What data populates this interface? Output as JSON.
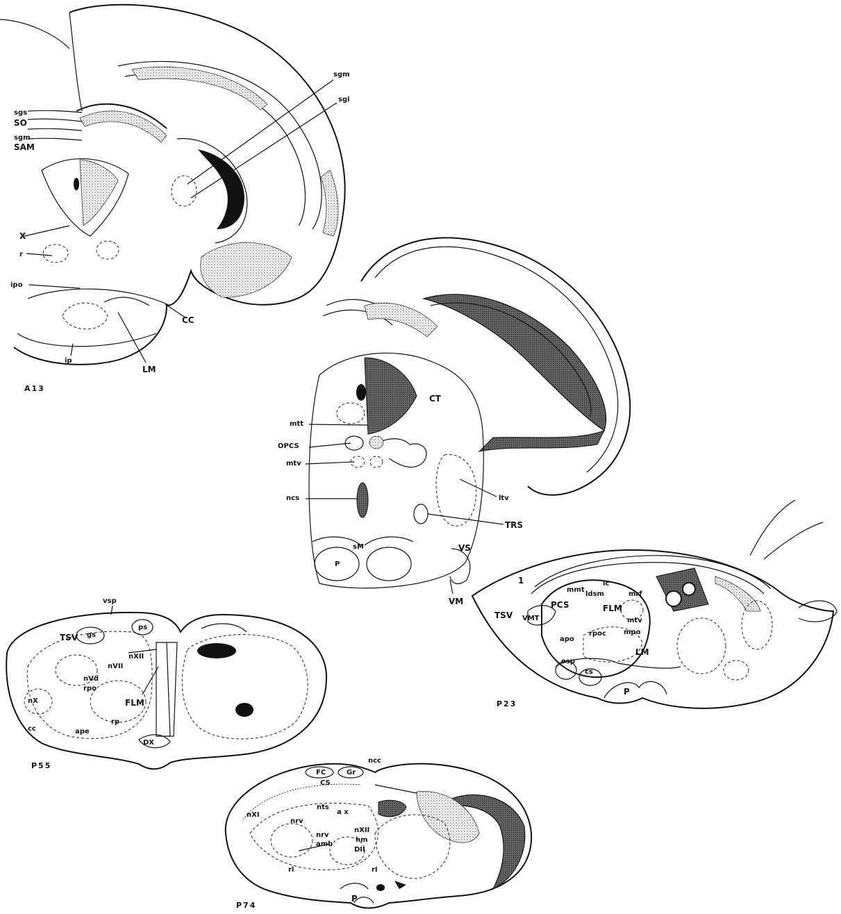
{
  "sections": {
    "a13": {
      "title": "A13",
      "labels": {
        "sgm_right": "sgm",
        "sgi_right": "sgi",
        "sgs": "sgs",
        "so": "SO",
        "sgm_left": "sgm",
        "sam": "SAM",
        "x": "X",
        "r": "r",
        "ipo": "ipo",
        "cc": "CC",
        "lm": "LM",
        "ip": "ip"
      }
    },
    "p23": {
      "title": "P23",
      "labels": {
        "ct": "CT",
        "mtt": "mtt",
        "ltv": "ltv",
        "trs": "TRS",
        "opcs": "OPCS",
        "mtv": "mtv",
        "ncs": "ncs",
        "vs": "VS",
        "vm": "VM",
        "p": "P",
        "sm": "sM"
      }
    },
    "p23_pons": {
      "title": "P23",
      "labels": {
        "tsv": "TSV",
        "vmt": "VMT",
        "pcs": "PCS",
        "flm": "FLM",
        "lm": "LM",
        "p": "P",
        "lc": "lc",
        "ldsm": "ldsm",
        "mrf": "mrf",
        "mmt": "mmt",
        "mtv": "mtv",
        "rpoc": "rpoc",
        "mpo": "mpo",
        "apo": "apo",
        "osp": "osp",
        "cs": "cs",
        "one": "1"
      }
    },
    "p55": {
      "title": "P55",
      "labels": {
        "vsp": "vsp",
        "tsv": "TSV",
        "gs": "gs",
        "ps": "ps",
        "nxii": "nXII",
        "nvii": "nVII",
        "nvd": "nVd",
        "rpo": "rpo",
        "flm": "FLM",
        "nx": "nX",
        "rp": "rp",
        "cc": "cc",
        "ape": "ape",
        "dx": "DX"
      }
    },
    "p74": {
      "title": "P74",
      "labels": {
        "ncc": "ncc",
        "fc": "FC",
        "gr": "Gr",
        "cs": "CS",
        "nts": "nts",
        "ax": "a x",
        "nxi": "nXI",
        "nrv": "nrv",
        "amb": "amb",
        "nxii": "nXII",
        "hm": "hm",
        "dii": "DII",
        "rl": "rl",
        "p": "P",
        "rI": "rI"
      }
    }
  }
}
